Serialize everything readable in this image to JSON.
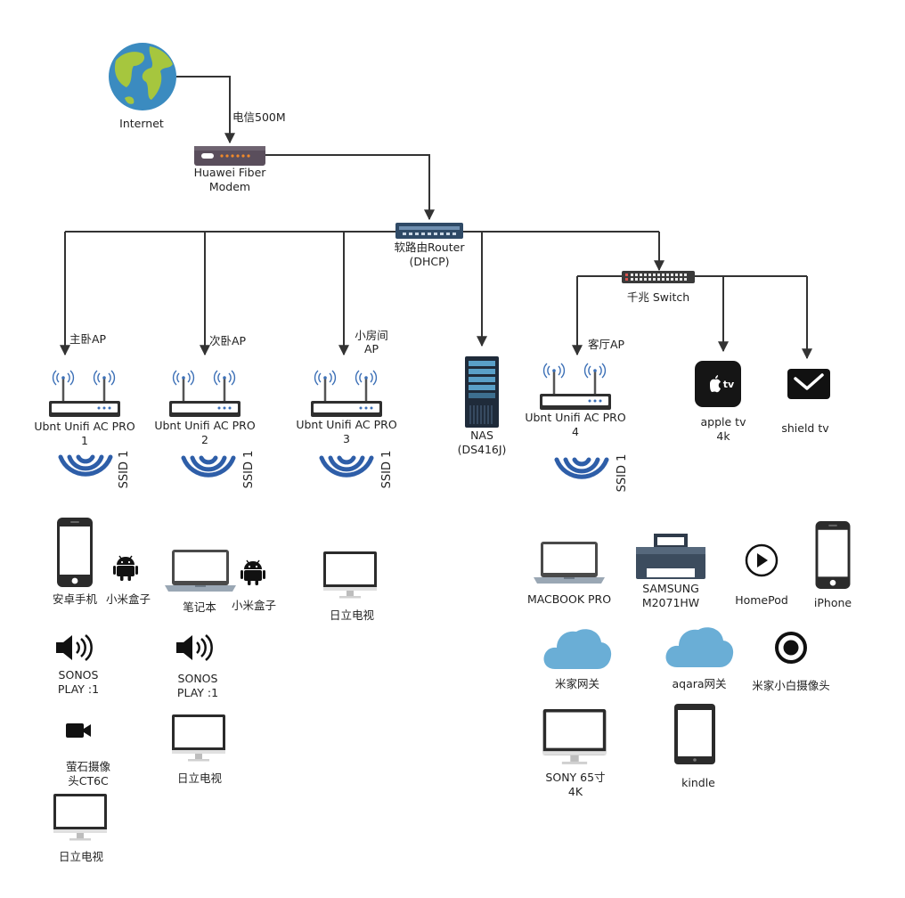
{
  "colors": {
    "edge": "#333333",
    "wifi_arc": "#2e5ea8",
    "antenna_signal": "#3b6fb6",
    "cloud": "#6aaed6",
    "globe_ocean": "#3b8bc0",
    "globe_land": "#a6c63e"
  },
  "edges": {
    "isp": "电信500M"
  },
  "nodes": {
    "internet": {
      "label": "Internet",
      "icon": "globe-icon"
    },
    "modem": {
      "line1": "Huawei Fiber",
      "line2": "Modem",
      "icon": "modem-icon"
    },
    "router": {
      "line1": "软路由Router",
      "line2": "(DHCP)",
      "icon": "router-icon"
    },
    "switch": {
      "label": "千兆 Switch",
      "icon": "switch-icon"
    },
    "nas": {
      "line1": "NAS",
      "line2": "(DS416J)",
      "icon": "nas-server-icon"
    },
    "apple_tv": {
      "line1": "apple tv",
      "line2": "4k",
      "icon": "apple-tv-icon"
    },
    "shield_tv": {
      "label": "shield tv",
      "icon": "shield-tv-icon"
    }
  },
  "aps": [
    {
      "location": "主卧AP",
      "line1": "Ubnt Unifi AC PRO",
      "line2": "1",
      "ssid": "SSID 1"
    },
    {
      "location": "次卧AP",
      "line1": "Ubnt Unifi AC PRO",
      "line2": "2",
      "ssid": "SSID 1"
    },
    {
      "location1": "小房间",
      "location2": "AP",
      "line1": "Ubnt Unifi AC PRO",
      "line2": "3",
      "ssid": "SSID 1"
    },
    {
      "location": "客厅AP",
      "line1": "Ubnt Unifi AC PRO",
      "line2": "4",
      "ssid": "SSID 1"
    }
  ],
  "devices": {
    "ap1": {
      "android_phone": "安卓手机",
      "mibox": "小米盒子",
      "sonos1": "SONOS",
      "sonos2": "PLAY :1",
      "cam1": "萤石摄像",
      "cam2": "头CT6C",
      "tv": "日立电视"
    },
    "ap2": {
      "laptop": "笔记本",
      "mibox": "小米盒子",
      "sonos1": "SONOS",
      "sonos2": "PLAY :1",
      "tv": "日立电视"
    },
    "ap3": {
      "tv": "日立电视"
    },
    "ap4": {
      "macbook": "MACBOOK PRO",
      "printer1": "SAMSUNG",
      "printer2": "M2071HW",
      "homepod": "HomePod",
      "iphone": "iPhone",
      "mi_gateway": "米家网关",
      "aqara_gateway": "aqara网关",
      "mi_camera": "米家小白摄像头",
      "sony1": "SONY 65寸",
      "sony2": "4K",
      "kindle": "kindle"
    }
  }
}
